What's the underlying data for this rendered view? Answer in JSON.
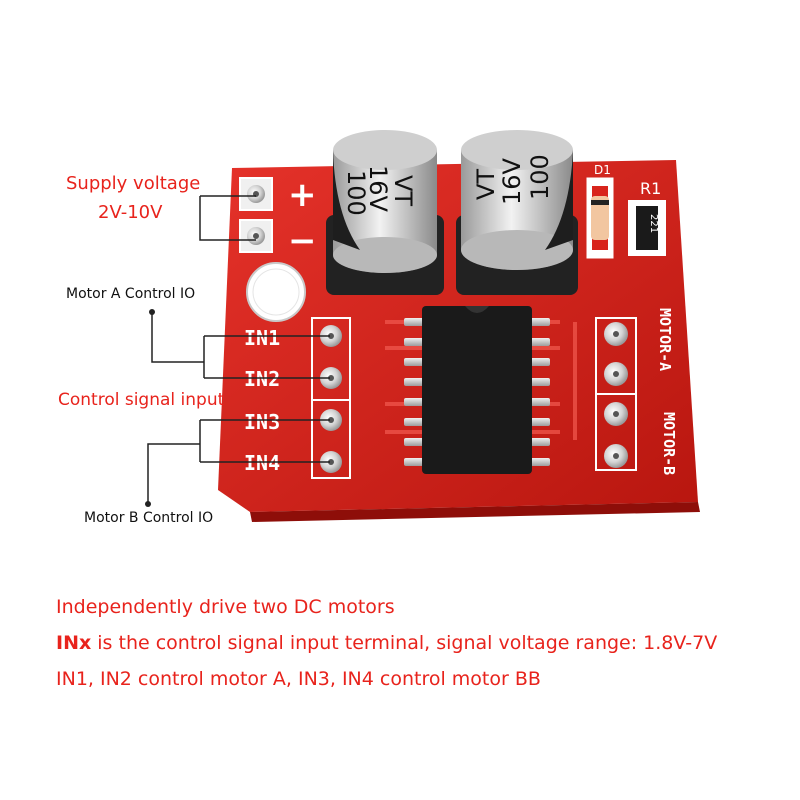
{
  "labels": {
    "supply_voltage": "Supply voltage",
    "supply_range": "2V-10V",
    "motor_a_control": "Motor A Control IO",
    "control_signal_input": "Control signal input",
    "motor_b_control": "Motor B Control IO"
  },
  "board": {
    "plus": "+",
    "minus": "−",
    "pins": [
      "IN1",
      "IN2",
      "IN3",
      "IN4"
    ],
    "motor_a": "MOTOR-A",
    "motor_b": "MOTOR-B",
    "cap_lines": [
      "100",
      "16V",
      "VT"
    ],
    "diode_label": "D1",
    "resistor_label": "R1",
    "resistor_code": "221"
  },
  "description": {
    "line1": "Independently drive two DC motors",
    "line2_prefix": "INx",
    "line2_rest": " is the control signal input terminal, signal voltage range: 1.8V-7V",
    "line3": "IN1, IN2 control motor A, IN3, IN4 control motor BB"
  },
  "colors": {
    "board": "#d8241c",
    "label_red": "#e8231c",
    "silkscreen": "#ffffff",
    "chip": "#1a1a1a"
  }
}
